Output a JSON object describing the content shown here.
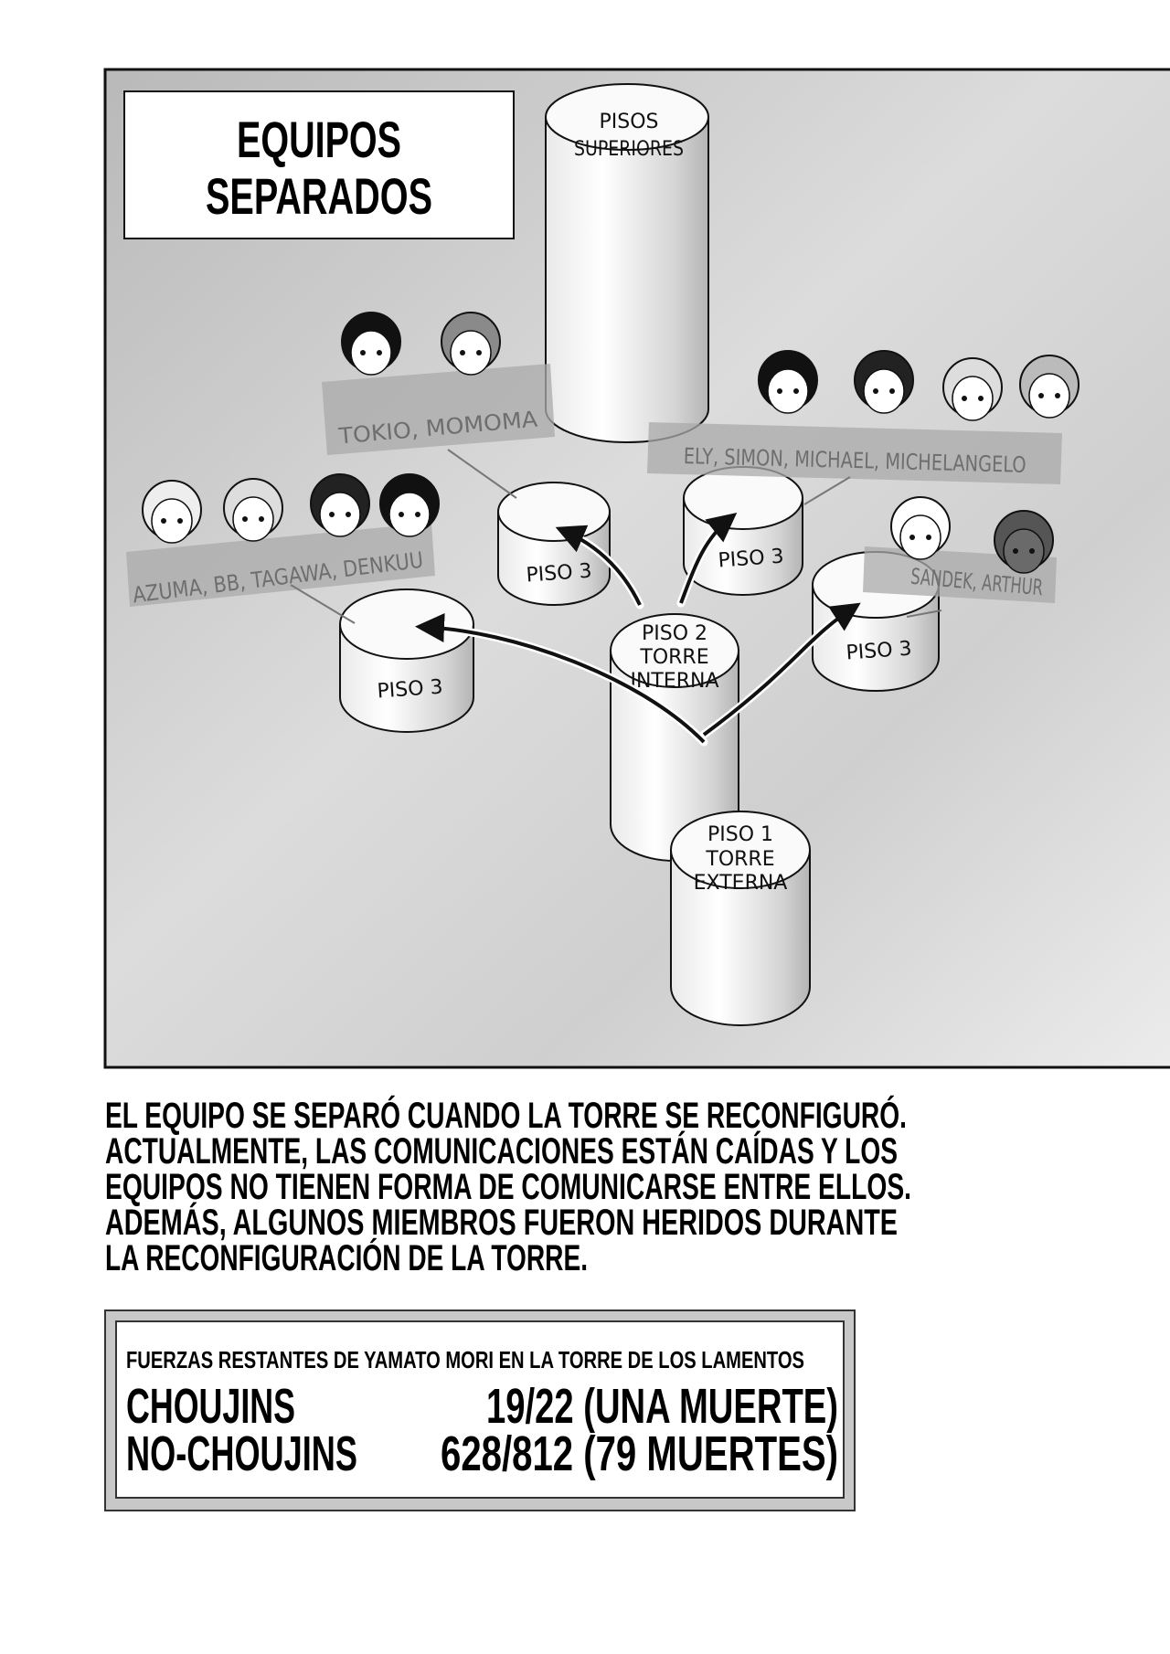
{
  "panel": {
    "title_lines": [
      "EQUIPOS",
      "SEPARADOS"
    ],
    "upper_floors": [
      "PISOS",
      "SUPERIORES"
    ],
    "floor3_label": "PISO 3",
    "floor2": [
      "PISO 2",
      "TORRE",
      "INTERNA"
    ],
    "floor1": [
      "PISO 1",
      "TORRE",
      "EXTERNA"
    ],
    "teams": [
      {
        "label": "TOKIO, MOMOMA"
      },
      {
        "label": "ELY, SIMON, MICHAEL, MICHELANGELO"
      },
      {
        "label": "AZUMA, BB, TAGAWA, DENKUU"
      },
      {
        "label": "SANDEK, ARTHUR"
      }
    ]
  },
  "caption": {
    "lines": [
      "EL EQUIPO SE SEPARÓ CUANDO LA TORRE SE RECONFIGURÓ.",
      "ACTUALMENTE, LAS COMUNICACIONES ESTÁN CAÍDAS Y LOS",
      "EQUIPOS NO TIENEN FORMA DE COMUNICARSE ENTRE ELLOS.",
      "ADEMÁS, ALGUNOS MIEMBROS FUERON HERIDOS DURANTE",
      "LA RECONFIGURACIÓN DE LA TORRE."
    ]
  },
  "forces": {
    "heading": "FUERZAS RESTANTES DE YAMATO MORI EN LA TORRE DE LOS LAMENTOS",
    "rows": [
      {
        "label": "CHOUJINS",
        "value": "19/22 (UNA MUERTE)"
      },
      {
        "label": "NO-CHOUJINS",
        "value": "628/812 (79 MUERTES)"
      }
    ]
  }
}
